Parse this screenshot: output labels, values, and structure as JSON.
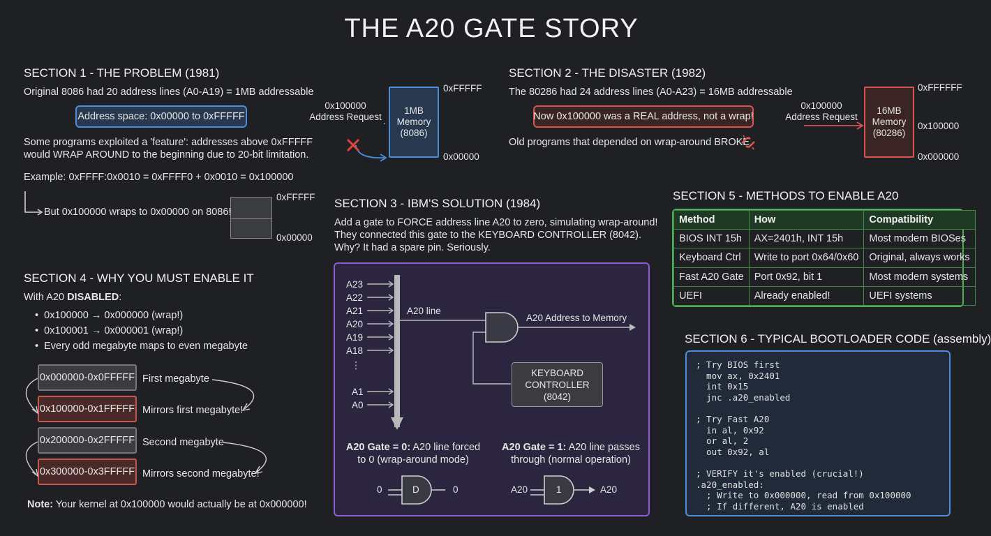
{
  "title": "THE A20 GATE STORY",
  "s1": {
    "title": "SECTION 1 - THE PROBLEM (1981)",
    "line1": "Original 8086 had 20 address lines (A0-A19) = 1MB addressable",
    "addr_box": "Address space: 0x00000 to 0xFFFFF",
    "p1": "Some programs exploited a 'feature': addresses above 0xFFFFF",
    "p2": "would WRAP AROUND to the beginning due to 20-bit limitation.",
    "example": "Example:  0xFFFF:0x0010  =  0xFFFF0  +  0x0010  =  0x100000",
    "wrap": "But 0x100000 wraps to 0x00000 on 8086!",
    "mem_top": "0xFFFFF",
    "mem_bot": "0x00000",
    "req_addr": "0x100000",
    "req_label": "Address Request",
    "mem_label": [
      "1MB",
      "Memory",
      "(8086)"
    ],
    "mem2_top": "0xFFFFF",
    "mem2_bot": "0x00000"
  },
  "s2": {
    "title": "SECTION 2 - THE DISASTER (1982)",
    "line1": "The 80286 had 24 address lines (A0-A23) = 16MB addressable",
    "real_box": "Now 0x100000 was a REAL address, not a wrap!",
    "broke": "Old programs that depended on wrap-around BROKE.",
    "req_addr": "0x100000",
    "req_label": "Address Request",
    "mem_label": [
      "16MB",
      "Memory",
      "(80286)"
    ],
    "mem_top": "0xFFFFFF",
    "mem_mid": "0x100000",
    "mem_bot": "0x000000"
  },
  "s3": {
    "title": "SECTION 3 - IBM'S SOLUTION (1984)",
    "p1": "Add a gate to FORCE address line A20 to zero, simulating wrap-around!",
    "p2": "They connected this gate to the KEYBOARD CONTROLLER (8042).",
    "p3": "Why? It had a spare pin. Seriously.",
    "lines": [
      "A23",
      "A22",
      "A21",
      "A20",
      "A19",
      "A18",
      "A1",
      "A0"
    ],
    "a20_line": "A20 line",
    "out_label": "A20 Address to Memory",
    "kbc": [
      "KEYBOARD",
      "CONTROLLER",
      "(8042)"
    ],
    "gate0_bold": "A20 Gate = 0:",
    "gate0_rest": " A20 line forced",
    "gate0_l2": "to 0 (wrap-around mode)",
    "gate1_bold": "A20 Gate = 1:",
    "gate1_rest": " A20 line passes",
    "gate1_l2": "through (normal operation)",
    "g0_in": "0",
    "g0_mid": "D",
    "g0_out": "0",
    "g1_in": "A20",
    "g1_mid": "1",
    "g1_out": "A20"
  },
  "s4": {
    "title": "SECTION 4 - WHY YOU MUST ENABLE IT",
    "with": "With A20 ",
    "disabled": "DISABLED",
    "colon": ":",
    "bullets": [
      "0x100000 → 0x000000 (wrap!)",
      "0x100001 → 0x000001 (wrap!)",
      "Every odd megabyte maps to even megabyte"
    ],
    "rows": [
      {
        "range": "0x000000-0x0FFFFF",
        "desc": "First megabyte"
      },
      {
        "range": "0x100000-0x1FFFFF",
        "desc": "Mirrors first megabyte!"
      },
      {
        "range": "0x200000-0x2FFFFF",
        "desc": "Second megabyte"
      },
      {
        "range": "0x300000-0x3FFFFF",
        "desc": "Mirrors second megabyte!"
      }
    ],
    "note_bold": "Note:",
    "note": " Your kernel at 0x100000 would actually be at 0x000000!"
  },
  "s5": {
    "title": "SECTION 5 - METHODS TO ENABLE A20",
    "headers": [
      "Method",
      "How",
      "Compatibility"
    ],
    "rows": [
      [
        "BIOS INT 15h",
        "AX=2401h, INT 15h",
        "Most modern BIOSes"
      ],
      [
        "Keyboard Ctrl",
        "Write to port 0x64/0x60",
        "Original, always works"
      ],
      [
        "Fast A20 Gate",
        "Port 0x92, bit 1",
        "Most modern systems"
      ],
      [
        "UEFI",
        "Already enabled!",
        "UEFI systems"
      ]
    ]
  },
  "s6": {
    "title": "SECTION 6 - TYPICAL BOOTLOADER CODE (assembly)",
    "code": "; Try BIOS first\n  mov ax, 0x2401\n  int 0x15\n  jnc .a20_enabled\n\n; Try Fast A20\n  in al, 0x92\n  or al, 2\n  out 0x92, al\n\n; VERIFY it's enabled (crucial!)\n.a20_enabled:\n  ; Write to 0x000000, read from 0x100000\n  ; If different, A20 is enabled"
  },
  "colors": {
    "blue": "#4a8fd8",
    "red": "#d9534f",
    "green": "#4caf50",
    "purple": "#8e5bd6",
    "background": "#1e2024"
  }
}
